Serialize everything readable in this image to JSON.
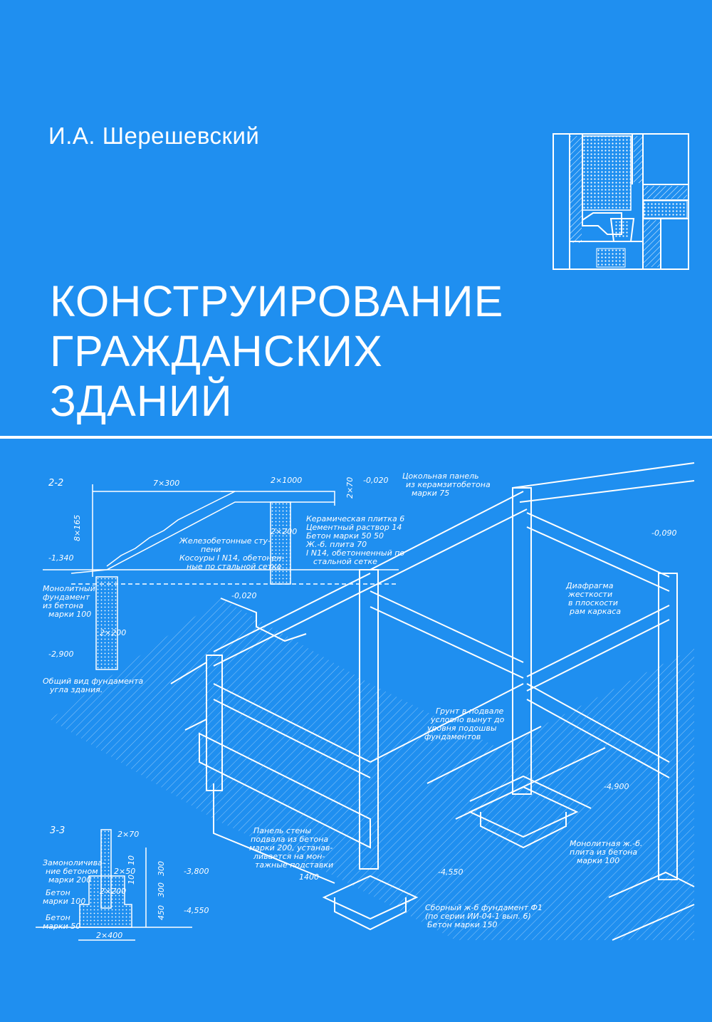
{
  "cover": {
    "author": "И.А. Шерешевский",
    "title_lines": [
      "КОНСТРУИРОВАНИЕ",
      "ГРАЖДАНСКИХ",
      "ЗДАНИЙ"
    ]
  },
  "colors": {
    "background": "#1f8ff0",
    "foreground": "#ffffff"
  },
  "drawing": {
    "section_2_2": "2-2",
    "section_3_3": "3-3",
    "dims": {
      "d7x300": "7×300",
      "d2x1000": "2×1000",
      "d8x165": "8×165",
      "d2x200a": "2×200",
      "d2x200b": "2×200",
      "d2x70": "2×70",
      "d2x50": "2×50",
      "d2x200c": "2×200",
      "d2x400": "2×400",
      "d1400": "1400",
      "d300a": "300",
      "d300b": "300",
      "d450": "450",
      "d10": "10",
      "d10b": "10",
      "d2x70b": "2×70"
    },
    "levels": {
      "l0020a": "-0,020",
      "l1340": "-1,340",
      "l2900": "-2,900",
      "l0020b": "-0,020",
      "l0090": "-0,090",
      "l4900": "-4,900",
      "l4550a": "-4,550",
      "l3800": "-3,800",
      "l4550b": "-4,550"
    },
    "notes": {
      "stairs": [
        "Железобетонные сту-",
        "пени",
        "Косоуры I N14, обетонен-",
        "ные по стальной сетке"
      ],
      "floor": [
        "Керамическая плитка 6",
        "Цементный раствор 14",
        "Бетон марки 50      50",
        "Ж.-б. плита           70",
        "I N14, обетонненный по",
        "стальной сетке"
      ],
      "monolith": [
        "Монолитный",
        "фундамент",
        "из бетона",
        "марки 100"
      ],
      "corner": [
        "Общий вид фундамента",
        "угла здания."
      ],
      "plinth": [
        "Цокольная панель",
        "из керамзитобетона",
        "марки 75"
      ],
      "diaphragm": [
        "Диафрагма",
        "жесткости",
        "в плоскости",
        "рам каркаса"
      ],
      "ground": [
        "Грунт в подвале",
        "условно вынут до",
        "уровня подошвы",
        "фундаментов"
      ],
      "panel": [
        "Панель стены",
        "подвала из бетона",
        "марки 200, устанав-",
        "ливается на мон-",
        "тажные подставки"
      ],
      "slab": [
        "Монолитная ж.-б.",
        "плита из бетона",
        "марки 100"
      ],
      "precast": [
        "Сборный ж-б фундамент  Ф1",
        "(по серии ИИ-04-1 вып. 6)",
        "Бетон марки 150"
      ],
      "concrete200": [
        "Замоноличива-",
        "ние бетоном",
        "марки 200"
      ],
      "concrete100": [
        "Бетон",
        "марки 100"
      ],
      "concrete50": [
        "Бетон",
        "марки 50"
      ]
    }
  }
}
